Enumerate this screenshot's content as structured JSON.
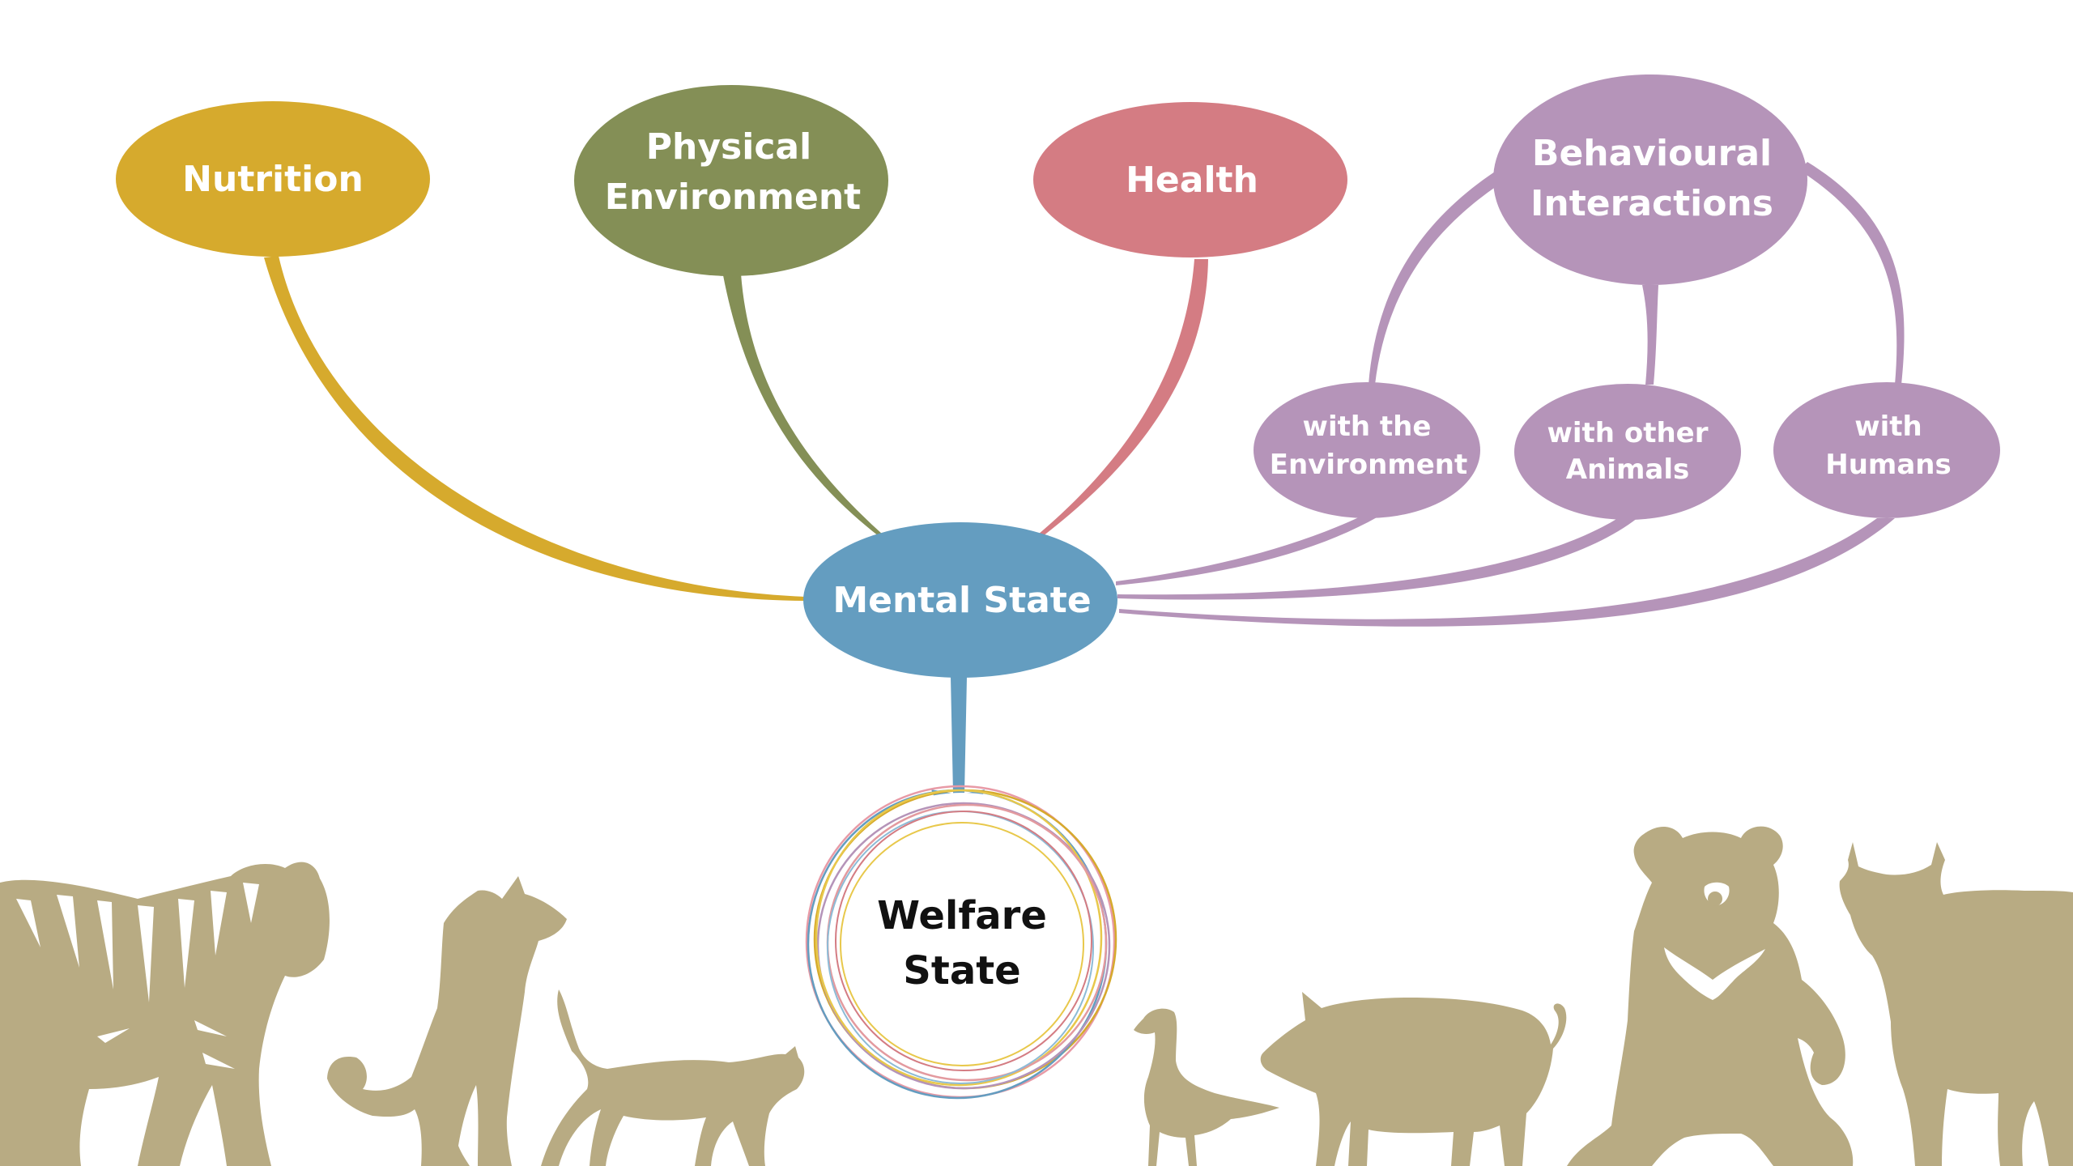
{
  "diagram": {
    "colors": {
      "nutrition": "#D6AA2D",
      "physical": "#848F56",
      "health": "#D47C83",
      "behaviour": "#B594B9",
      "mental": "#649DC0",
      "animals": "#B8AB83"
    },
    "nodes": {
      "nutrition": {
        "line1": "Nutrition"
      },
      "physical": {
        "line1": "Physical",
        "line2": "Environment"
      },
      "health": {
        "line1": "Health"
      },
      "behaviour": {
        "line1": "Behavioural",
        "line2": "Interactions"
      },
      "with_env": {
        "line1": "with the",
        "line2": "Environment"
      },
      "with_animals": {
        "line1": "with other",
        "line2": "Animals"
      },
      "with_humans": {
        "line1": "with",
        "line2": "Humans"
      },
      "mental": {
        "line1": "Mental State"
      },
      "welfare": {
        "line1": "Welfare",
        "line2": "State"
      }
    },
    "animals": [
      "tiger-icon",
      "dog-icon",
      "cat-icon",
      "goose-icon",
      "pig-icon",
      "bear-icon",
      "cow-icon"
    ]
  }
}
